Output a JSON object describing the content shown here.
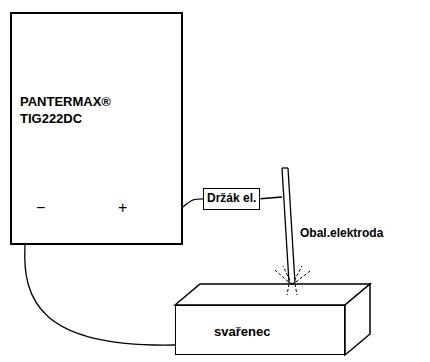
{
  "diagram": {
    "nodes": [
      {
        "text": [
          "PANTERMAX® TIG222DC"
        ]
      },
      {
        "text": [
          "Držák el."
        ]
      },
      {
        "text": [
          "svařenec"
        ]
      }
    ],
    "edges": [
      {
        "from": 0,
        "to": 2,
        "arrow": "none"
      },
      {
        "from": 0,
        "to": 1,
        "arrow": "none"
      }
    ],
    "labels": [
      "−",
      "+",
      "Obal.elektroda"
    ]
  }
}
